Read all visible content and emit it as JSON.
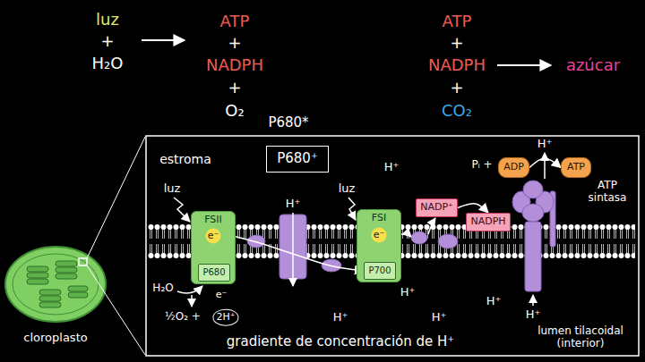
{
  "diagram": {
    "nodes": [
      {
        "text": [
          "P680⁺"
        ]
      },
      {
        "text": [
          "FSII"
        ]
      },
      {
        "text": [
          "P680"
        ],
        "in": 1
      },
      {
        "text": [
          "FSI"
        ]
      },
      {
        "text": [
          "P700"
        ],
        "in": 3
      },
      {
        "text": [
          "NADP⁺"
        ]
      },
      {
        "text": [
          "NADPH"
        ]
      },
      {
        "text": [
          "ADP"
        ]
      },
      {
        "text": [
          "ATP"
        ]
      }
    ],
    "edges": [
      {
        "from": 1,
        "to": 4,
        "arrow": "to"
      },
      {
        "from": 5,
        "to": 6,
        "arrow": "to"
      },
      {
        "from": 7,
        "to": 8,
        "arrow": "to"
      }
    ],
    "labels": [
      "luz",
      "+",
      "H₂O",
      "ATP",
      "+",
      "NADPH",
      "+",
      "O₂",
      "ATP",
      "+",
      "NADPH",
      "azúcar",
      "+",
      "CO₂",
      "P680*",
      "estroma",
      "H⁺",
      "H⁺",
      "H⁺",
      "luz",
      "luz",
      "e⁻",
      "e⁻",
      "H₂O",
      "e⁻",
      "½O₂ +",
      "2H⁺",
      "Pᵢ +",
      "ATP sintasa",
      "H⁺",
      "H⁺",
      "H⁺",
      "H⁺",
      "H⁺",
      "gradiente de concentración de H⁺",
      "lumen tilacoidal (interior)",
      "cloroplasto"
    ]
  }
}
